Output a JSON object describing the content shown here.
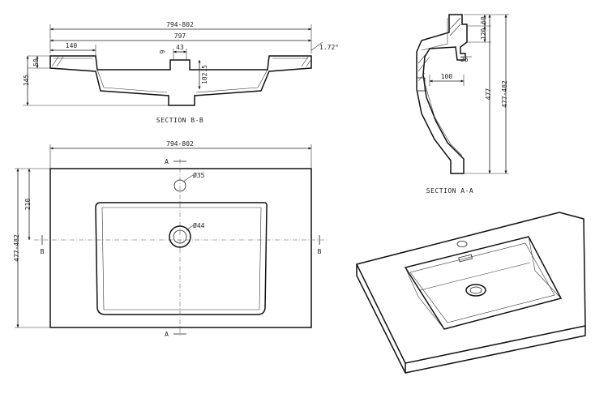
{
  "section_bb": {
    "caption": "SECTION B-B",
    "dims": {
      "overall_range": "794-802",
      "overall": "797",
      "ledge": "140",
      "drain_small": "9",
      "drain_width": "43",
      "angle": "1.72°",
      "lip": "50",
      "height": "145",
      "depth": "102.5"
    }
  },
  "section_aa": {
    "caption": "SECTION A-A",
    "dims": {
      "top": "60",
      "upper": "120",
      "hole": "25",
      "reach": "100",
      "depth": "477",
      "overall": "477-482"
    }
  },
  "plan": {
    "dims": {
      "width": "794-802",
      "tap_hole": "Ø35",
      "waste": "Ø44",
      "offset": "210",
      "depth": "477-482"
    },
    "markers": {
      "a_top": "A",
      "a_bottom": "A",
      "b_left": "B",
      "b_right": "B"
    }
  }
}
